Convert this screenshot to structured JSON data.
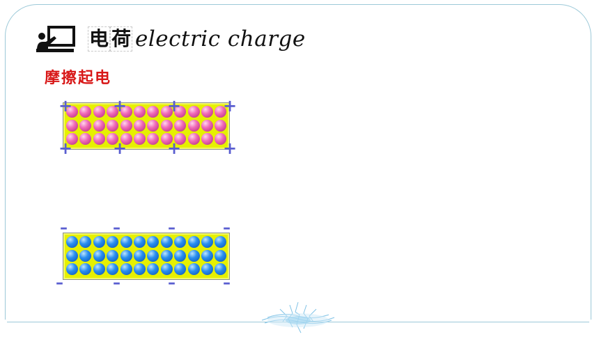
{
  "slide": {
    "title_cn_1": "电",
    "title_cn_2": "荷",
    "title_en": "electric charge",
    "subtitle": "摩擦起电"
  },
  "icons": {
    "teacher": "teacher-board-icon",
    "decoration": "lightning-swirl-icon"
  },
  "colors": {
    "subtitle": "#d81717",
    "frame": "#9cc9d8",
    "slab": "#e6f000",
    "sign": "#5a5ed0",
    "positive_ball": "#f06ab8",
    "negative_ball": "#2a8ff0"
  },
  "top_slab": {
    "rows": 3,
    "cols": 12,
    "ball_color": "pink",
    "signs": [
      "+",
      "+",
      "+",
      "+",
      "+",
      "+",
      "+",
      "+"
    ]
  },
  "bottom_slab": {
    "rows": 3,
    "cols": 12,
    "ball_color": "blue",
    "signs": [
      "–",
      "–",
      "–",
      "–",
      "–",
      "–",
      "–",
      "–"
    ]
  }
}
